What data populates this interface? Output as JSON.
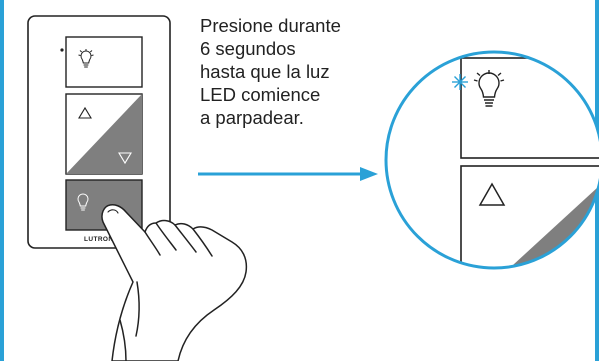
{
  "instruction": {
    "lines": [
      "Presione durante",
      "6 segundos",
      "hasta que la luz",
      "LED comience",
      "a parpadear."
    ]
  },
  "device": {
    "brand": "LUTRON",
    "buttons": [
      "light-on",
      "raise",
      "lower",
      "light-off"
    ]
  },
  "colors": {
    "accent": "#2aa1d7",
    "panel_gray": "#7f7f7f",
    "led_blink": "#2aa1d7",
    "outline": "#222222"
  },
  "icons": [
    "bulb-icon",
    "up-triangle-icon",
    "down-triangle-icon",
    "arrow-right-icon",
    "led-blink-icon"
  ]
}
